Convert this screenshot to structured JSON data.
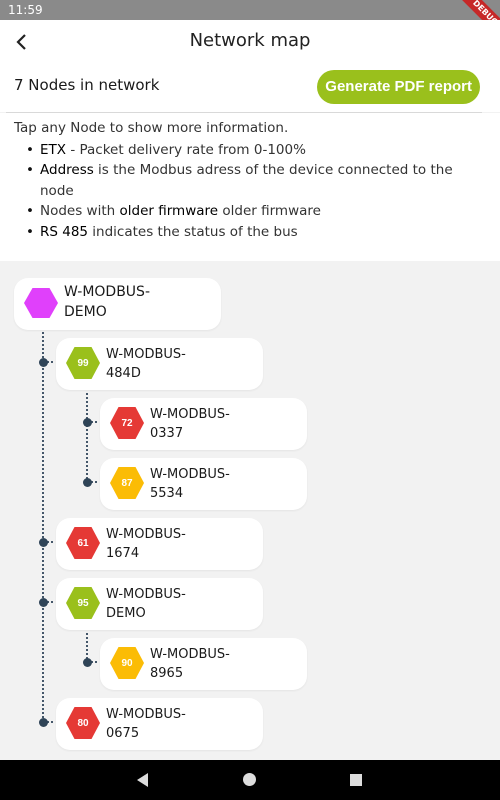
{
  "status_bar": {
    "time": "11:59",
    "debug_label": "DEBUG"
  },
  "app_bar": {
    "title": "Network map"
  },
  "summary": {
    "nodes_count": "7 Nodes in network",
    "pdf_button": "Generate PDF report"
  },
  "info": {
    "intro": "Tap any Node to show more information.",
    "items": [
      {
        "term": "ETX",
        "text": " - Packet delivery rate from 0-100%"
      },
      {
        "term": "Address",
        "text": " is the Modbus adress of the device connected to the node"
      },
      {
        "prefix": "Nodes with ",
        "term": "older firmware",
        "text": " older firmware"
      },
      {
        "term": "RS 485",
        "text": " indicates the status of the bus"
      }
    ]
  },
  "colors": {
    "green": "#9ac01c",
    "red": "#e53935",
    "amber": "#fbbc05",
    "magenta": "#e040fb"
  },
  "nodes": [
    {
      "name": "W-MODBUS-DEMO",
      "etx": "",
      "color": "#e040fb",
      "level": 0
    },
    {
      "name": "W-MODBUS-484D",
      "etx": "99",
      "color": "#9ac01c",
      "level": 1
    },
    {
      "name": "W-MODBUS-0337",
      "etx": "72",
      "color": "#e53935",
      "level": 2
    },
    {
      "name": "W-MODBUS-5534",
      "etx": "87",
      "color": "#fbbc05",
      "level": 2
    },
    {
      "name": "W-MODBUS-1674",
      "etx": "61",
      "color": "#e53935",
      "level": 1
    },
    {
      "name": "W-MODBUS-DEMO",
      "etx": "95",
      "color": "#9ac01c",
      "level": 1
    },
    {
      "name": "W-MODBUS-8965",
      "etx": "90",
      "color": "#fbbc05",
      "level": 2
    },
    {
      "name": "W-MODBUS-0675",
      "etx": "80",
      "color": "#e53935",
      "level": 1
    }
  ]
}
